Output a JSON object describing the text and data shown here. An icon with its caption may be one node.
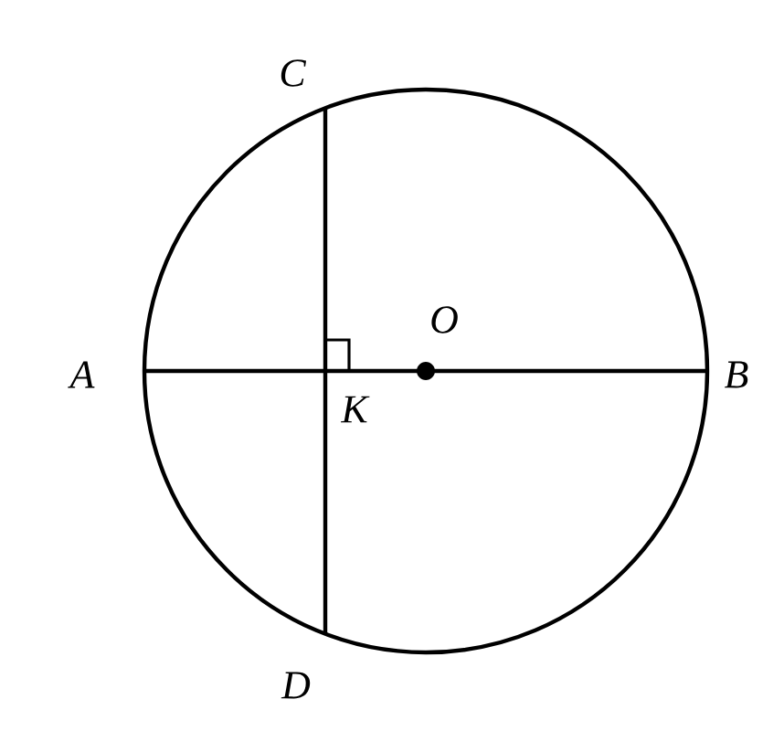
{
  "diagram": {
    "labels": [
      "C",
      "A",
      "O",
      "B",
      "K",
      "D"
    ]
  }
}
